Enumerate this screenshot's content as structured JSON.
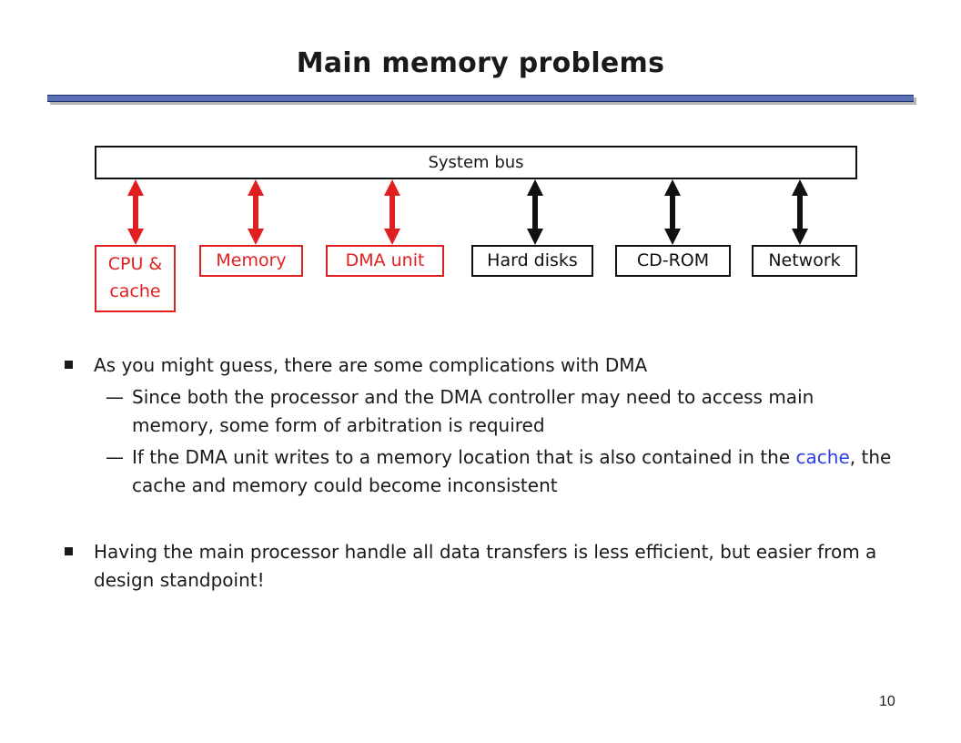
{
  "slide": {
    "title": "Main memory problems",
    "page_number": "10"
  },
  "diagram": {
    "bus_label": "System bus",
    "devices": {
      "cpu_line1": "CPU &",
      "cpu_line2": "cache",
      "memory": "Memory",
      "dma": "DMA unit",
      "hard_disks": "Hard disks",
      "cdrom": "CD-ROM",
      "network": "Network"
    },
    "colors": {
      "highlight": "#e02020",
      "normal": "#111111"
    }
  },
  "bullets": {
    "b1": "As you might guess, there are some complications with DMA",
    "s1": "Since both the processor and the DMA controller may need to access main memory, some form of arbitration is required",
    "s2_before": "If the DMA unit writes to a memory location that is also contained in the ",
    "s2_highlight": "cache",
    "s2_after": ", the cache and memory could become inconsistent",
    "b2": "Having the main processor handle all data transfers is less efficient, but easier from a design standpoint!",
    "dash_glyph": "—",
    "highlight_color": "#2f3fe0"
  }
}
